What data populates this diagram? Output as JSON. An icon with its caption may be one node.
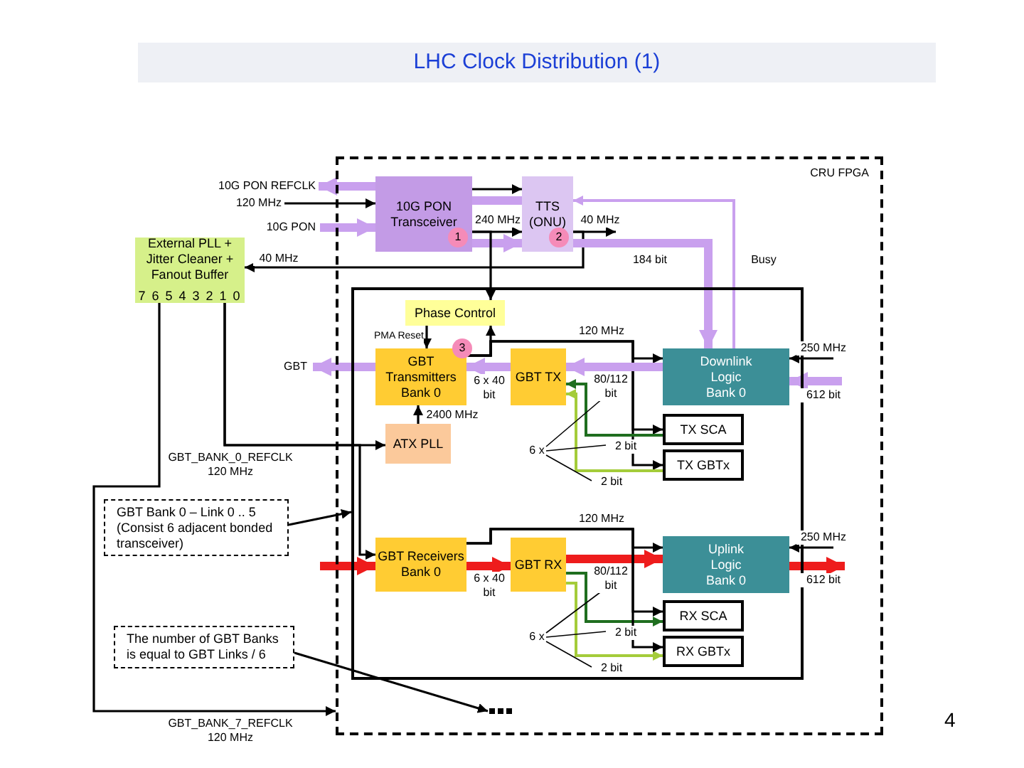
{
  "diagram": {
    "title": "LHC Clock Distribution (1)",
    "nodes": [
      {
        "text": [
          "CRU FPGA"
        ]
      },
      {
        "text": [],
        "shape": "box",
        "in": 0
      },
      {
        "text": [
          "10G PON Transceiver",
          "1"
        ],
        "in": 0
      },
      {
        "text": [
          "TTS (ONU)",
          "2"
        ],
        "in": 0
      },
      {
        "text": [
          "External PLL + Jitter Cleaner + Fanout Buffer",
          "7 6 5 4 3 2 1 0"
        ]
      },
      {
        "text": [
          "Phase Control"
        ],
        "in": 1
      },
      {
        "text": [
          "GBT Transmitters Bank 0",
          "3"
        ],
        "in": 1
      },
      {
        "text": [
          "GBT TX"
        ],
        "in": 1
      },
      {
        "text": [
          "Downlink Logic Bank 0"
        ],
        "in": 1
      },
      {
        "text": [
          "TX SCA"
        ],
        "in": 1
      },
      {
        "text": [
          "TX GBTx"
        ],
        "in": 1
      },
      {
        "text": [
          "ATX PLL"
        ],
        "in": 1
      },
      {
        "text": [
          "GBT Receivers Bank 0"
        ],
        "in": 1
      },
      {
        "text": [
          "GBT RX"
        ],
        "in": 1
      },
      {
        "text": [
          "Uplink Logic Bank 0"
        ],
        "in": 1
      },
      {
        "text": [
          "RX SCA"
        ],
        "in": 1
      },
      {
        "text": [
          "RX GBTx"
        ],
        "in": 1
      },
      {
        "text": [
          "GBT Bank 0 – Link 0 .. 5 (Consist 6 adjacent bonded transceiver)"
        ]
      },
      {
        "text": [
          "The number of GBT Banks is equal to GBT Links / 6"
        ]
      },
      {
        "text": [],
        "shape": "dots",
        "in": 0
      },
      {
        "text": [
          "6 x"
        ],
        "in": 1
      },
      {
        "text": [
          "6 x"
        ],
        "in": 1
      }
    ],
    "edges": [
      {
        "from": 2,
        "to": null,
        "arrow": "to",
        "label": "10G PON REFCLK",
        "style": "thick",
        "color": "#c9a0ee"
      },
      {
        "from": null,
        "to": 2,
        "arrow": "to",
        "label": "120 MHz"
      },
      {
        "from": null,
        "to": 2,
        "arrow": "to",
        "label": "10G PON",
        "style": "thick",
        "color": "#c9a0ee"
      },
      {
        "from": 2,
        "to": 3,
        "arrow": "to"
      },
      {
        "from": 3,
        "to": 2,
        "arrow": "to",
        "style": "thick",
        "color": "#c9a0ee"
      },
      {
        "from": 2,
        "to": 3,
        "arrow": "to",
        "label": "240 MHz"
      },
      {
        "from": 2,
        "to": 3,
        "arrow": "to",
        "style": "thick",
        "color": "#c9a0ee"
      },
      {
        "from": 2,
        "to": 5,
        "arrow": "to"
      },
      {
        "from": 3,
        "to": 4,
        "arrow": "to",
        "label": "40 MHz"
      },
      {
        "from": 3,
        "to": null,
        "arrow": "to",
        "label": "40 MHz"
      },
      {
        "from": 3,
        "to": 8,
        "arrow": "to",
        "label": "184 bit",
        "style": "thick",
        "color": "#c9a0ee"
      },
      {
        "from": 8,
        "to": 3,
        "arrow": "to",
        "label": "Busy",
        "color": "#c9a0ee"
      },
      {
        "from": 4,
        "to": 11,
        "arrow": "to",
        "label": "GBT_BANK_0_REFCLK 120 MHz"
      },
      {
        "from": 4,
        "to": 0,
        "arrow": "to",
        "label": "GBT_BANK_7_REFCLK 120 MHz"
      },
      {
        "from": 4,
        "to": 12,
        "arrow": "to"
      },
      {
        "from": 6,
        "to": null,
        "arrow": "to",
        "label": "GBT",
        "style": "thick",
        "color": "#c9a0ee"
      },
      {
        "from": 7,
        "to": 6,
        "arrow": "to",
        "label": "6 x 40 bit",
        "style": "thick",
        "color": "#c9a0ee"
      },
      {
        "from": 5,
        "to": 6,
        "arrow": "to",
        "label": "PMA Reset"
      },
      {
        "from": 6,
        "to": 5,
        "arrow": "to"
      },
      {
        "from": 6,
        "to": 8,
        "arrow": "to",
        "label": "120 MHz"
      },
      {
        "from": 6,
        "to": 9,
        "arrow": "to"
      },
      {
        "from": 6,
        "to": 10,
        "arrow": "to"
      },
      {
        "from": 8,
        "to": 7,
        "arrow": "to",
        "label": "80/112 bit",
        "style": "thick",
        "color": "#c9a0ee"
      },
      {
        "from": 9,
        "to": 7,
        "arrow": "to",
        "label": "2 bit",
        "color": "#1f6e1f"
      },
      {
        "from": 10,
        "to": 7,
        "arrow": "to",
        "label": "2 bit",
        "color": "#a4cc3a"
      },
      {
        "from": 11,
        "to": 6,
        "arrow": "to",
        "label": "2400 MHz"
      },
      {
        "from": null,
        "to": 8,
        "arrow": "to",
        "label": "250 MHz"
      },
      {
        "from": null,
        "to": 8,
        "arrow": "to",
        "label": "612 bit",
        "style": "thick",
        "color": "#c9a0ee"
      },
      {
        "from": null,
        "to": 12,
        "arrow": "to",
        "style": "thick",
        "color": "#ee1c1c"
      },
      {
        "from": 12,
        "to": 13,
        "arrow": "to",
        "label": "6 x 40 bit",
        "style": "thick",
        "color": "#ee1c1c"
      },
      {
        "from": 13,
        "to": 14,
        "arrow": "to",
        "label": "80/112 bit",
        "style": "thick",
        "color": "#ee1c1c"
      },
      {
        "from": 13,
        "to": 15,
        "arrow": "to",
        "label": "2 bit",
        "color": "#1f6e1f"
      },
      {
        "from": 13,
        "to": 16,
        "arrow": "to",
        "label": "2 bit",
        "color": "#a4cc3a"
      },
      {
        "from": 12,
        "to": 14,
        "arrow": "to",
        "label": "120 MHz"
      },
      {
        "from": 12,
        "to": 15,
        "arrow": "to"
      },
      {
        "from": 12,
        "to": 16,
        "arrow": "to"
      },
      {
        "from": null,
        "to": 14,
        "arrow": "to",
        "label": "250 MHz"
      },
      {
        "from": 14,
        "to": null,
        "arrow": "to",
        "label": "612 bit",
        "style": "thick",
        "color": "#ee1c1c"
      },
      {
        "from": 17,
        "to": 1,
        "arrow": "to"
      },
      {
        "from": 18,
        "to": 19,
        "arrow": "to"
      },
      {
        "from": 20,
        "to": null,
        "arrow": "none"
      },
      {
        "from": 20,
        "to": null,
        "arrow": "none"
      },
      {
        "from": 20,
        "to": null,
        "arrow": "none"
      },
      {
        "from": 21,
        "to": null,
        "arrow": "none"
      },
      {
        "from": 21,
        "to": null,
        "arrow": "none"
      },
      {
        "from": 21,
        "to": null,
        "arrow": "none"
      }
    ],
    "labels": [
      "4"
    ]
  }
}
